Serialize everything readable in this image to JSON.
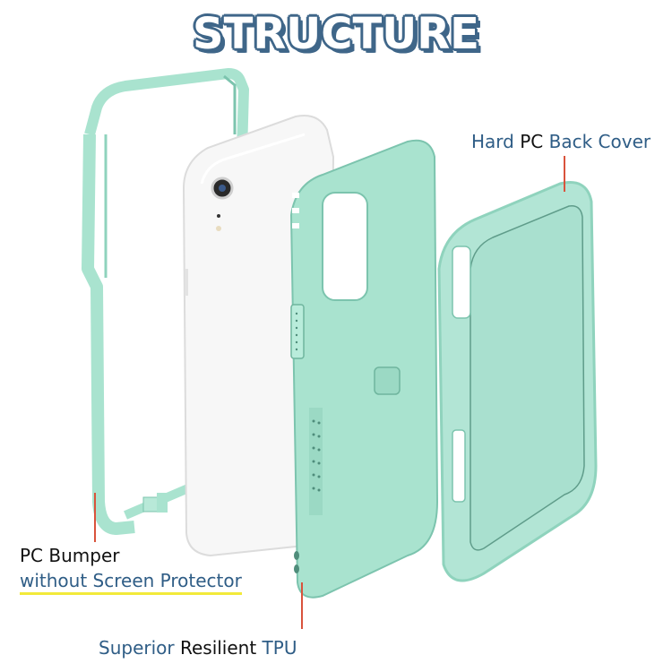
{
  "title": "STRUCTURE",
  "colors": {
    "title_fill": "#ffffff",
    "title_outline": "#3f6689",
    "label_blue": "#2f5d86",
    "label_black": "#111111",
    "pointer_line": "#d9533c",
    "underline": "#f2ea3a",
    "case_mint": "#a9e3cf",
    "case_mint_dark": "#7cc4ae",
    "phone_white": "#f7f7f7"
  },
  "labels": {
    "back_cover": {
      "part1": "Hard",
      "part2": "PC",
      "part3": "Back Cover"
    },
    "bumper": {
      "line1_part1": "PC",
      "line1_part2": "Bumper",
      "line2": "without Screen Protector"
    },
    "tpu": {
      "part1": "Superior",
      "part2": "Resilient",
      "part3": "TPU"
    }
  },
  "components": [
    {
      "name": "PC Bumper",
      "icon": "bumper-frame"
    },
    {
      "name": "Phone",
      "icon": "white-phone"
    },
    {
      "name": "TPU Inner Case",
      "icon": "tpu-case"
    },
    {
      "name": "Hard PC Back Cover",
      "icon": "back-cover"
    }
  ]
}
